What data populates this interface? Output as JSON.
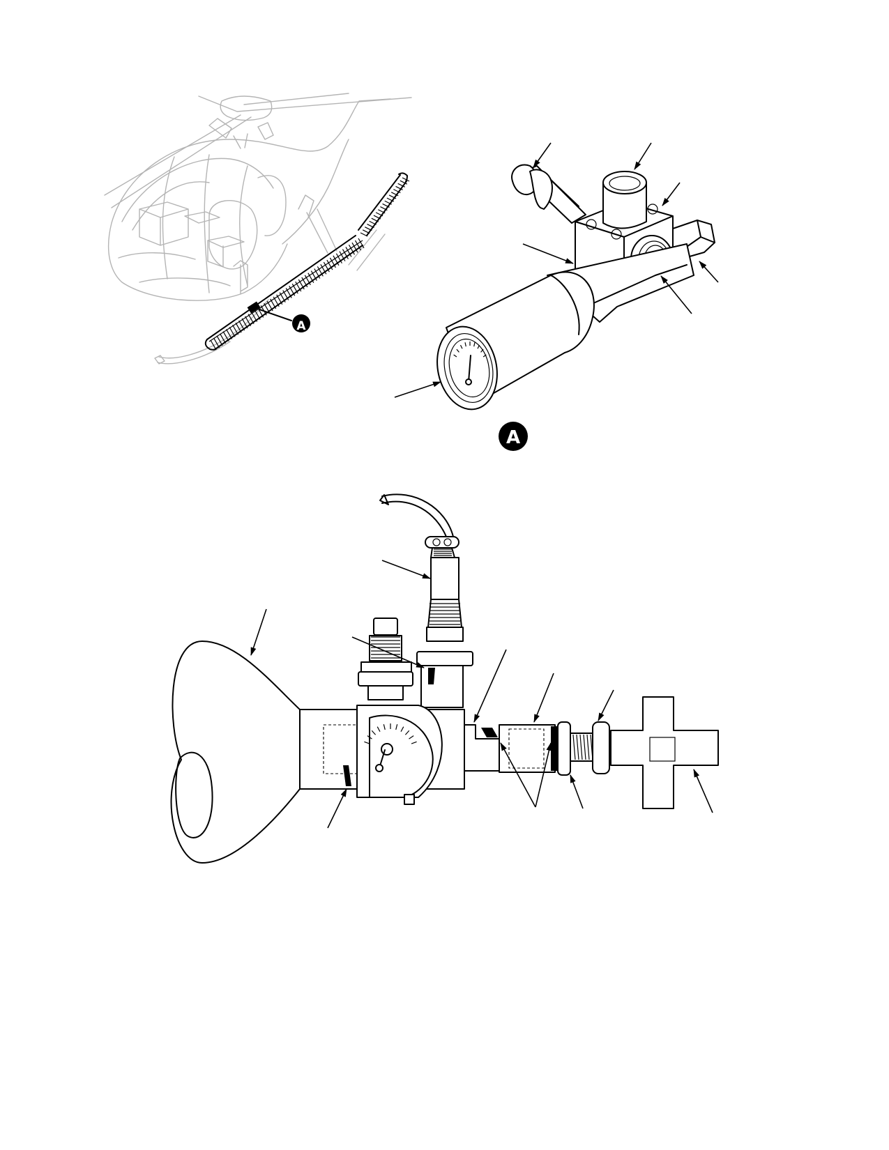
{
  "figure": {
    "detail_callout": "A",
    "detail_label": "A"
  },
  "colors": {
    "ink": "#000000",
    "ghost_line": "#b4b4b4",
    "background": "#ffffff"
  },
  "icons": [
    "arrow-leader",
    "callout-circle"
  ]
}
